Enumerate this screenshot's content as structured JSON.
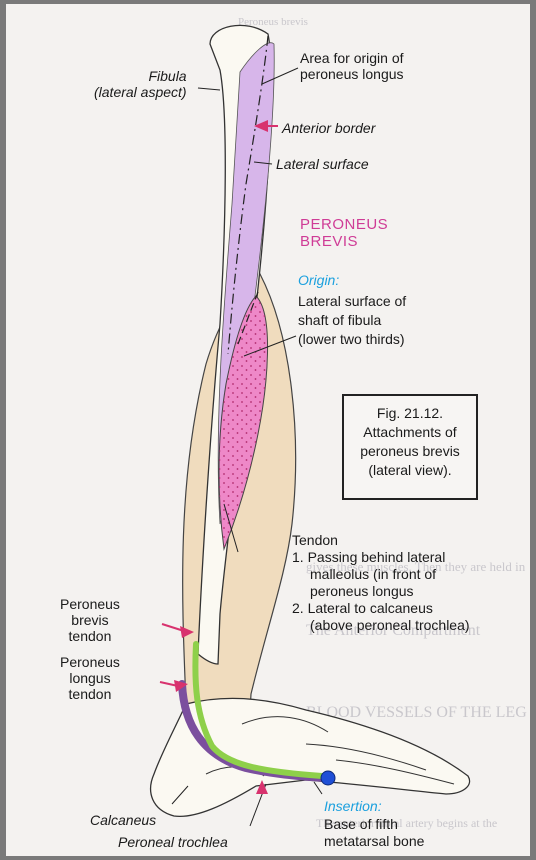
{
  "labels": {
    "fibula_line1": "Fibula",
    "fibula_line2": "(lateral aspect)",
    "area_line1": "Area for origin of",
    "area_line2": "peroneus longus",
    "anterior_border": "Anterior border",
    "lateral_surface": "Lateral surface",
    "muscle_line1": "PERONEUS",
    "muscle_line2": "BREVIS",
    "origin_title": "Origin:",
    "origin_line1": "Lateral surface of",
    "origin_line2": "shaft  of fibula",
    "origin_line3": "(lower two thirds)",
    "tendon_title": "Tendon",
    "tendon_item1_line1": "1. Passing behind lateral",
    "tendon_item1_line2": "malleolus (in front of",
    "tendon_item1_line3": "peroneus longus",
    "tendon_item2_line1": "2. Lateral to calcaneus",
    "tendon_item2_line2": "(above peroneal trochlea)",
    "brevis_tendon_line1": "Peroneus",
    "brevis_tendon_line2": "brevis",
    "brevis_tendon_line3": "tendon",
    "longus_tendon_line1": "Peroneus",
    "longus_tendon_line2": "longus",
    "longus_tendon_line3": "tendon",
    "calcaneus": "Calcaneus",
    "peroneal_trochlea": "Peroneal trochlea",
    "insertion_title": "Insertion:",
    "insertion_line1": "Base of fifth",
    "insertion_line2": "metatarsal bone"
  },
  "caption": {
    "line1": "Fig. 21.12.",
    "line2": "Attachments of",
    "line3": "peroneus brevis",
    "line4": "(lateral view)."
  },
  "colors": {
    "bone": "#fbf9f2",
    "longus_area": "#d7b6ea",
    "brevis_muscle": "#ee88c8",
    "stipple": "#b02a6c",
    "leg_fill": "#f0dcbe",
    "brevis_tendon": "#8ed04a",
    "longus_tendon": "#7b4f9e",
    "insertion_dot": "#1f4fd6",
    "pointer_arrow": "#d8326e",
    "muscle_text": "#cf3c96",
    "blue_text": "#1ba0de"
  }
}
